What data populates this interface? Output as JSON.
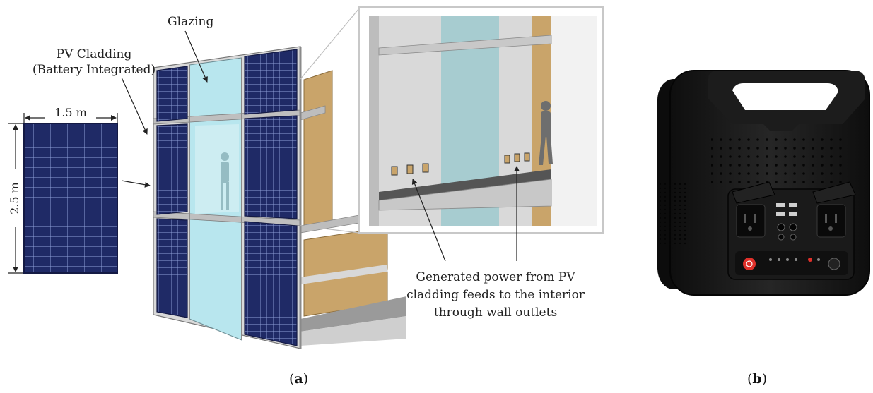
{
  "panel_a": {
    "labels": {
      "pv_cladding_line1": "PV Cladding",
      "pv_cladding_line2": "(Battery Integrated)",
      "glazing": "Glazing",
      "width": "1.5 m",
      "height": "2.5 m",
      "power_note_line1": "Generated power from PV",
      "power_note_line2": "cladding feeds to the interior",
      "power_note_line3": "through wall outlets"
    },
    "caption": {
      "open": "(",
      "letter": "a",
      "close": ")"
    }
  },
  "panel_b": {
    "caption": {
      "open": "(",
      "letter": "b",
      "close": ")"
    }
  },
  "colors": {
    "pv_panel": "#1f2a66",
    "pv_grid": "#8fa0d8",
    "glazing": "#b8e6ee",
    "wood": "#c9a46a",
    "interior_wall": "#d4d4d4",
    "floor": "#5a5a5a",
    "device_body": "#161616",
    "power_button": "#e0302a"
  }
}
